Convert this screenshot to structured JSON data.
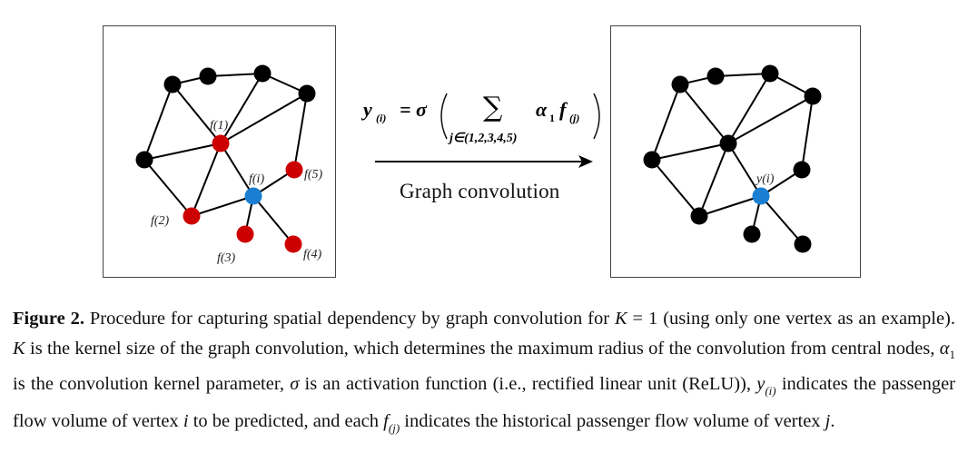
{
  "left_graph": {
    "labels": {
      "f1": "f(1)",
      "fi": "f(i)",
      "f5": "f(5)",
      "f2": "f(2)",
      "f3": "f(3)",
      "f4": "f(4)"
    },
    "colors": {
      "black_node": "#000000",
      "red_node": "#cc0000",
      "blue_node": "#1a7fd1",
      "edge": "#000000"
    }
  },
  "right_graph": {
    "labels": {
      "yi": "y(i)"
    }
  },
  "formula": {
    "lhs": "y",
    "lhs_sub": "(i)",
    "equals": "= σ",
    "sum_symbol": "∑",
    "sum_index": "j∈(1,2,3,4,5)",
    "term": "α",
    "term_sub": "1",
    "f": "f",
    "f_sub": "(j)"
  },
  "arrow_label": "Graph convolution",
  "caption": {
    "figure_label": "Figure 2.",
    "part1": " Procedure for capturing spatial dependency by graph convolution for ",
    "K": "K",
    "part2": " = 1 (using only one vertex as an example). ",
    "K2": "K",
    "part3": " is the kernel size of the graph convolution, which determines the maximum radius of the convolution from central nodes, ",
    "alpha": "α",
    "alpha_sub": "1",
    "part4": " is the convolution kernel parameter, ",
    "sigma": "σ",
    "part5": " is an activation function (i.e., rectified linear unit (ReLU)), ",
    "y": "y",
    "y_sub": "(i)",
    "part6": " indicates the passenger flow volume of vertex ",
    "i": "i",
    "part7": " to be predicted, and each ",
    "f": "f",
    "f_sub": "(j)",
    "part8": " indicates the historical passenger flow volume of vertex ",
    "j": "j",
    "part9": "."
  }
}
